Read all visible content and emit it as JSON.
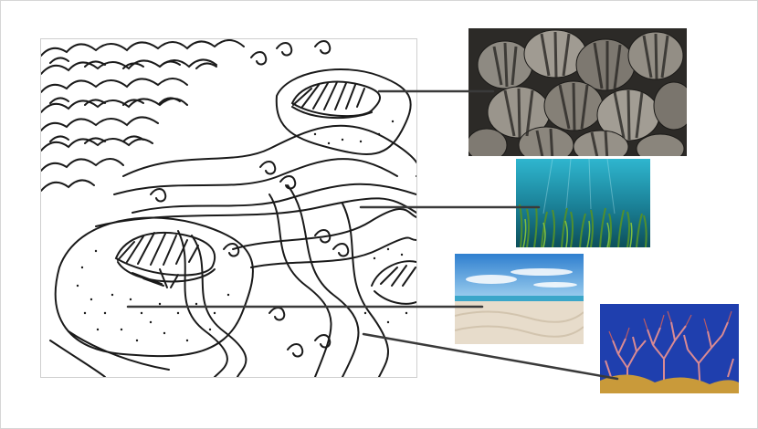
{
  "figure": {
    "drawing": {
      "icon": "ocean-line-art"
    },
    "photos": [
      {
        "key": "shells",
        "icon": "cockle-shells-photo"
      },
      {
        "key": "sea",
        "icon": "underwater-seagrass-photo"
      },
      {
        "key": "beach",
        "icon": "sandy-beach-photo"
      },
      {
        "key": "coral",
        "icon": "red-coral-photo"
      }
    ],
    "colors": {
      "line": "#1a1a1a",
      "connector": "#3a3a3a",
      "sea_top": "#1f9ab8",
      "sea_bottom": "#0d4f5a",
      "sky": "#3d8fd6",
      "sand": "#e7dccb",
      "coral_bg": "#1f3fae",
      "coral": "#d98a93"
    }
  }
}
